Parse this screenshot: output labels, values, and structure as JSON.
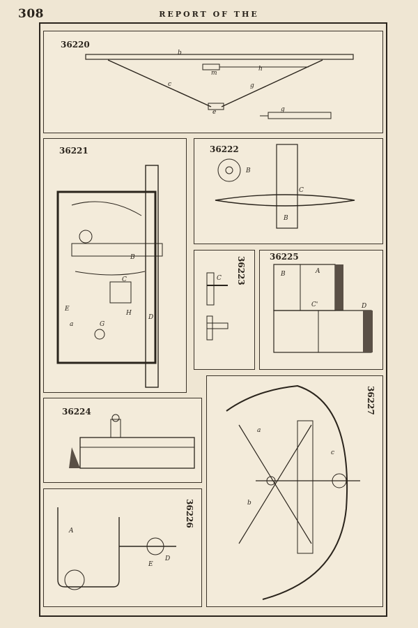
{
  "page": {
    "number": "308",
    "running_head": "REPORT OF THE"
  },
  "figures": [
    {
      "id": "36220",
      "labels": [
        "b",
        "m",
        "h",
        "c",
        "g",
        "e",
        "g"
      ]
    },
    {
      "id": "36221",
      "labels": [
        "B",
        "C",
        "E",
        "a",
        "G",
        "H",
        "D"
      ]
    },
    {
      "id": "36222",
      "labels": [
        "B",
        "C",
        "B"
      ]
    },
    {
      "id": "36223",
      "labels": [
        "C"
      ]
    },
    {
      "id": "36225",
      "labels": [
        "B",
        "A",
        "C'",
        "D"
      ]
    },
    {
      "id": "36224",
      "labels": []
    },
    {
      "id": "36226",
      "labels": [
        "A",
        "D",
        "E"
      ]
    },
    {
      "id": "36227",
      "labels": [
        "a",
        "b",
        "c"
      ]
    }
  ]
}
